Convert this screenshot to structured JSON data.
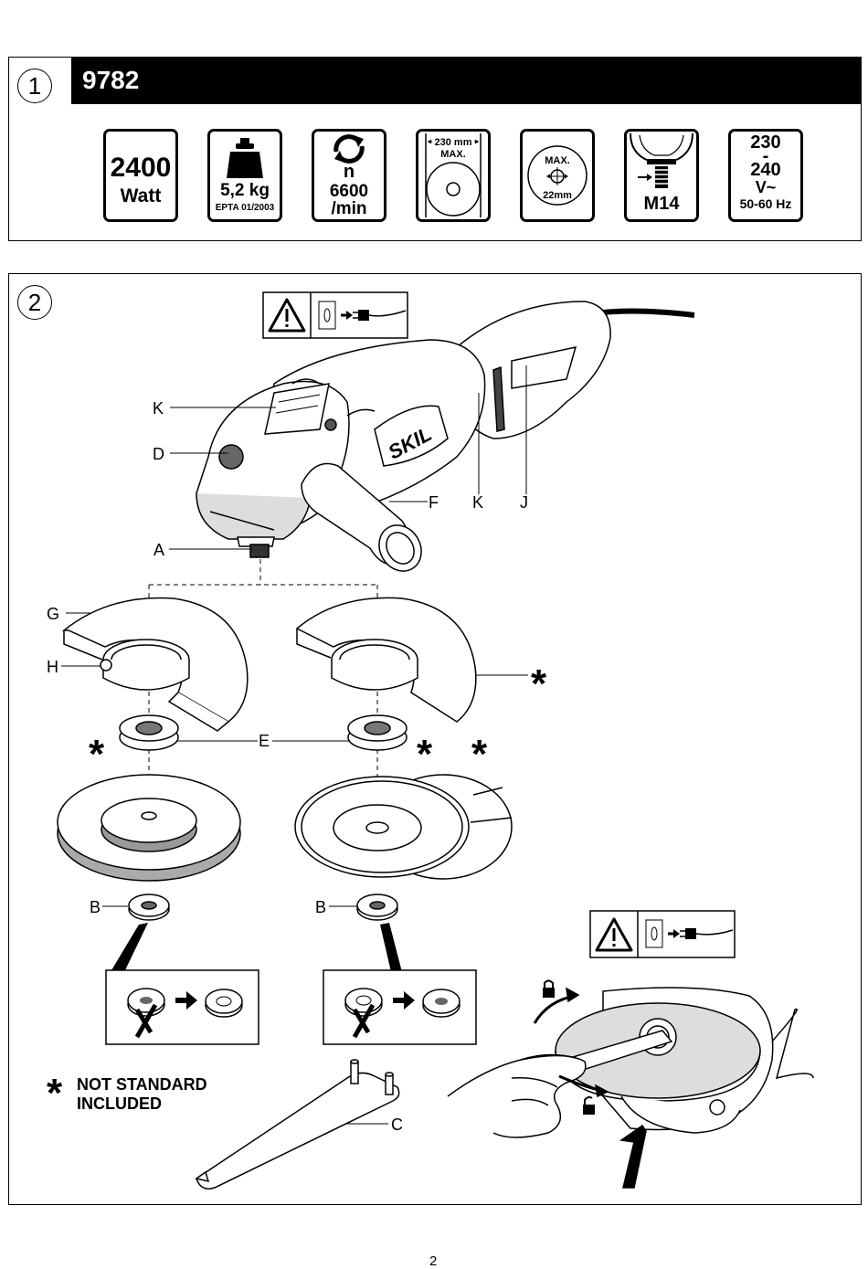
{
  "section1": {
    "number": "1",
    "model": "9782",
    "specs": {
      "power_value": "2400",
      "power_unit": "Watt",
      "weight_value": "5,2 kg",
      "weight_standard": "EPTA 01/2003",
      "speed_symbol": "n",
      "speed_value": "6600",
      "speed_unit": "/min",
      "disc_size": "230 mm",
      "disc_max": "MAX.",
      "bore_max": "MAX.",
      "bore_size": "22mm",
      "thread": "M14",
      "voltage_low": "230",
      "voltage_dash": "-",
      "voltage_high": "240",
      "voltage_unit": "V~",
      "frequency": "50-60 Hz"
    }
  },
  "section2": {
    "number": "2",
    "labels": {
      "K_top": "K",
      "D": "D",
      "F": "F",
      "K_right": "K",
      "J": "J",
      "A": "A",
      "G": "G",
      "H": "H",
      "E": "E",
      "B_left": "B",
      "B_right": "B",
      "C": "C"
    },
    "star": "*",
    "note_line1": "NOT STANDARD",
    "note_line2": "INCLUDED"
  },
  "page_number": "2"
}
